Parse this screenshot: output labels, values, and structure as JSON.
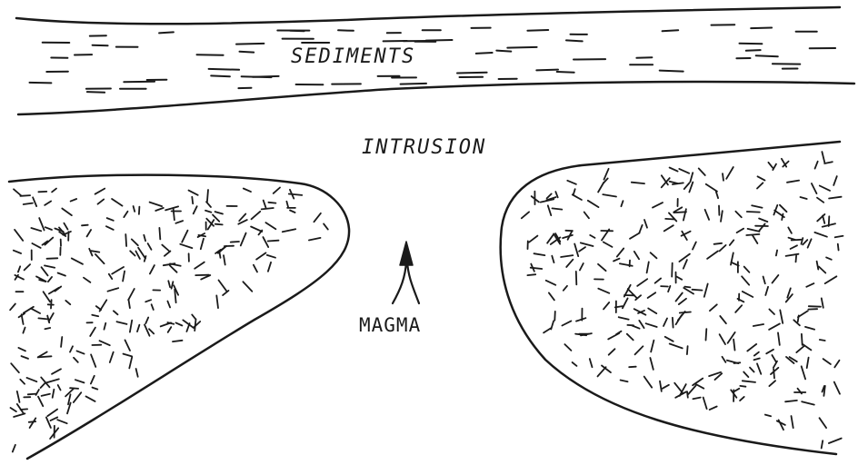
{
  "diagram": {
    "labels": {
      "sediments": "SEDIMENTS",
      "intrusion": "INTRUSION",
      "magma": "MAGMA"
    },
    "colors": {
      "ink": "#1a1a1a",
      "background": "#ffffff"
    },
    "icons": {
      "magma_flow": "up-arrow-icon"
    }
  }
}
